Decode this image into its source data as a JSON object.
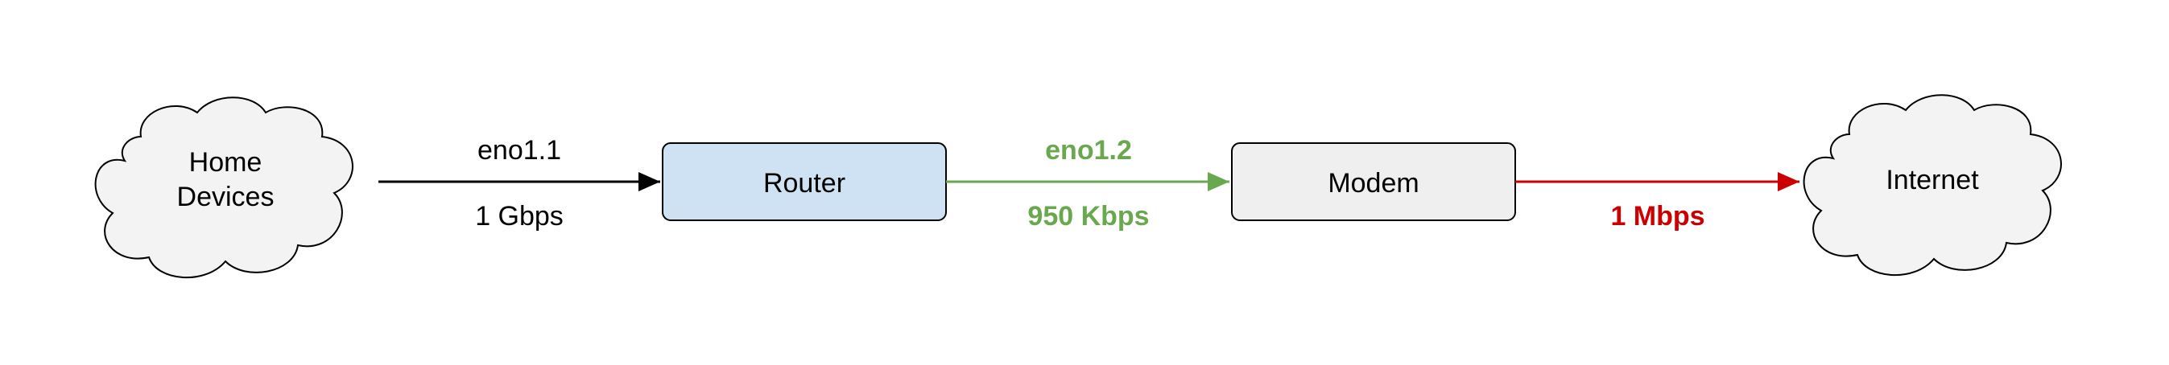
{
  "nodes": {
    "home_devices": {
      "line1": "Home",
      "line2": "Devices"
    },
    "router": {
      "label": "Router",
      "fill": "#cfe2f3"
    },
    "modem": {
      "label": "Modem",
      "fill": "#efefef"
    },
    "internet": {
      "label": "Internet"
    }
  },
  "links": {
    "home_to_router": {
      "top_label": "eno1.1",
      "bottom_label": "1 Gbps",
      "color": "#000000"
    },
    "router_to_modem": {
      "top_label": "eno1.2",
      "bottom_label": "950 Kbps",
      "color": "#6aa84f"
    },
    "modem_to_internet": {
      "bottom_label": "1 Mbps",
      "color": "#cc0000"
    }
  }
}
